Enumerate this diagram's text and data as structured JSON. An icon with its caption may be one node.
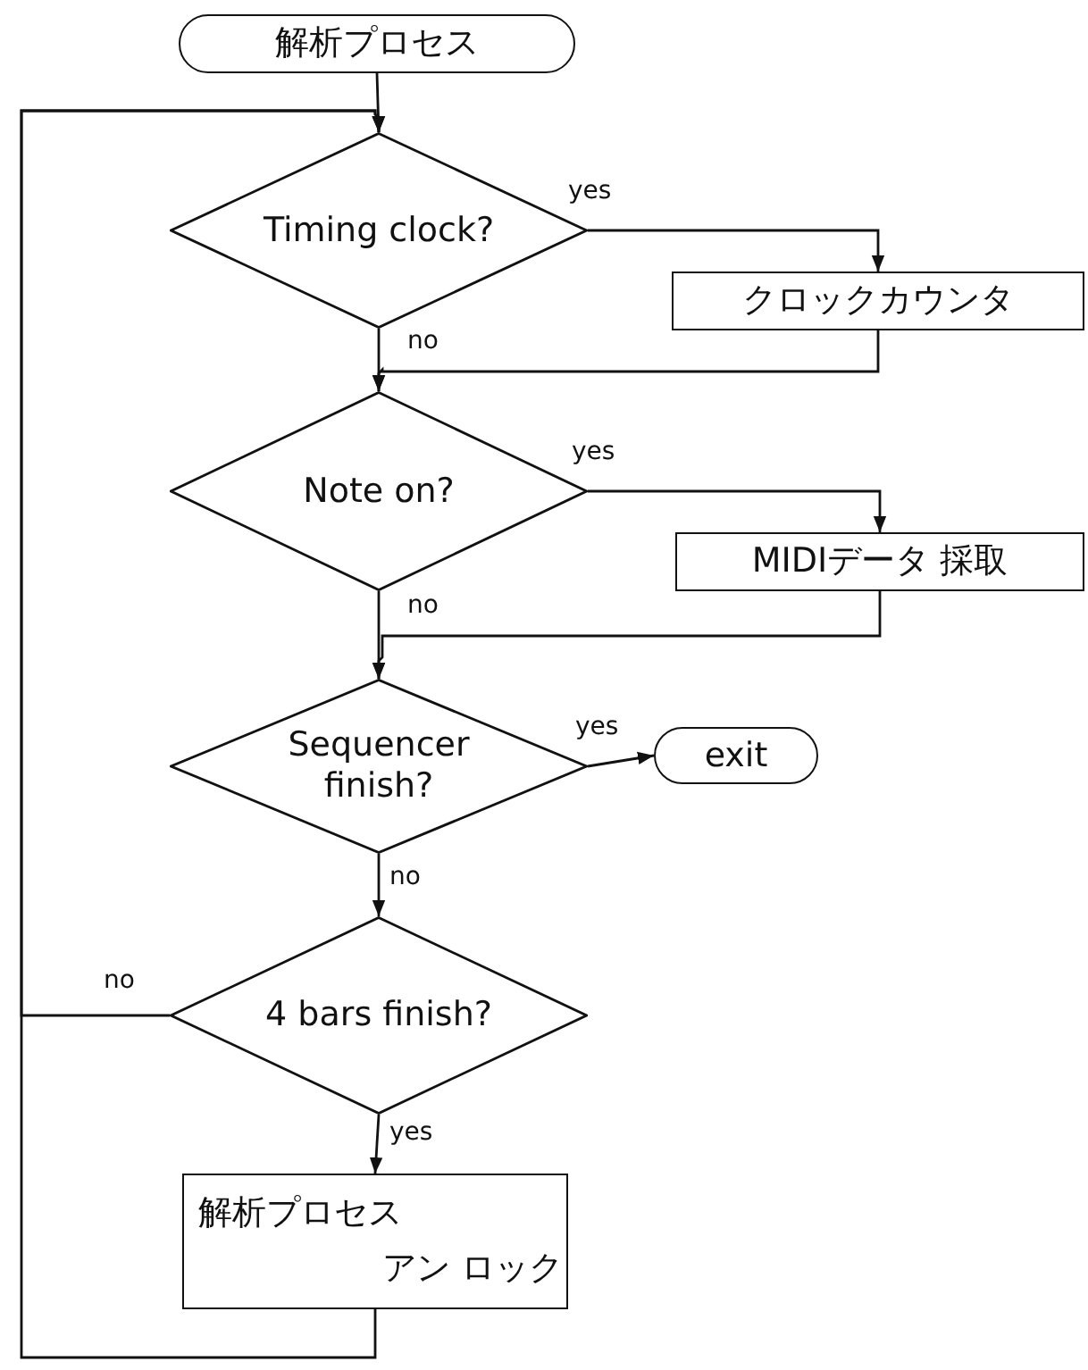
{
  "diagram": {
    "nodes": [
      {
        "text": [
          "解析プロセス"
        ]
      },
      {
        "text": [
          "Timing clock?"
        ]
      },
      {
        "text": [
          "クロックカウンタ"
        ]
      },
      {
        "text": [
          "Note on?"
        ]
      },
      {
        "text": [
          "MIDIデータ 採取"
        ]
      },
      {
        "text": [
          "Sequencer finish?"
        ]
      },
      {
        "text": [
          "exit"
        ]
      },
      {
        "text": [
          "4 bars finish?"
        ]
      },
      {
        "text": [
          "解析プロセス",
          "アン ロック"
        ]
      }
    ],
    "edges": [
      {
        "from": 0,
        "to": 1,
        "arrow": "to"
      },
      {
        "from": 1,
        "to": 2,
        "arrow": "to",
        "label": "yes"
      },
      {
        "from": 1,
        "to": 3,
        "arrow": "to",
        "label": "no"
      },
      {
        "from": 2,
        "to": 3,
        "arrow": "to"
      },
      {
        "from": 3,
        "to": 4,
        "arrow": "to",
        "label": "yes"
      },
      {
        "from": 3,
        "to": 5,
        "arrow": "to",
        "label": "no"
      },
      {
        "from": 4,
        "to": 5,
        "arrow": "to"
      },
      {
        "from": 5,
        "to": 6,
        "arrow": "to",
        "label": "yes"
      },
      {
        "from": 5,
        "to": 7,
        "arrow": "to",
        "label": "no"
      },
      {
        "from": 7,
        "to": 1,
        "arrow": "to",
        "label": "no"
      },
      {
        "from": 7,
        "to": 8,
        "arrow": "to",
        "label": "yes"
      },
      {
        "from": 8,
        "to": 1,
        "arrow": "to"
      }
    ]
  }
}
